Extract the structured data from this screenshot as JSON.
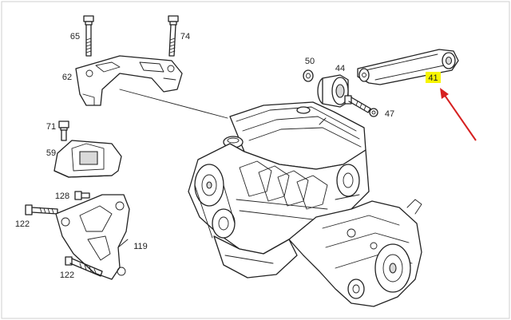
{
  "colors": {
    "line": "#222222",
    "highlight": "#f7f500",
    "arrow": "#d62020",
    "background": "#ffffff"
  },
  "callouts": {
    "p65": "65",
    "p74": "74",
    "p62": "62",
    "p71": "71",
    "p59": "59",
    "p128": "128",
    "p122a": "122",
    "p119": "119",
    "p122b": "122",
    "p50": "50",
    "p44": "44",
    "p47": "47",
    "p41": "41"
  }
}
